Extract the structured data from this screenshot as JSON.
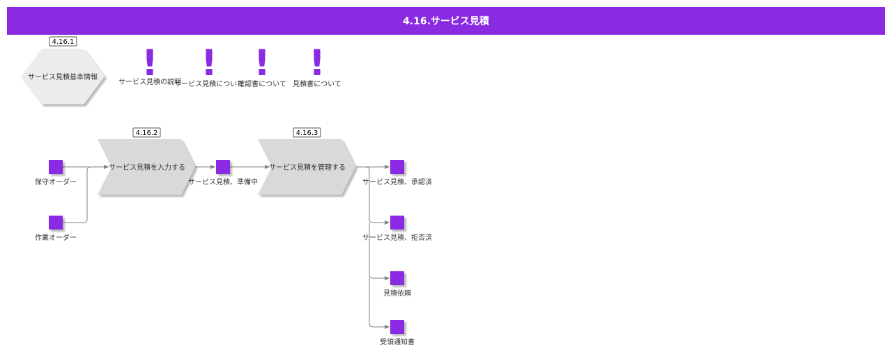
{
  "header": {
    "title": "4.16.サービス見積"
  },
  "colors": {
    "accent": "#8a2be2",
    "shape_gray": "#d9d9da",
    "hex_gray": "#ececec",
    "line": "#808080"
  },
  "diagram": {
    "overview": {
      "number": "4.16.1",
      "label": "サービス見積基本情報",
      "notes": [
        {
          "label": "サービス見積の説明"
        },
        {
          "label": "サービス見積について"
        },
        {
          "label": "確認書について"
        },
        {
          "label": "見積書について"
        }
      ]
    },
    "processes": [
      {
        "number": "4.16.2",
        "label": "サービス見積を入力する"
      },
      {
        "number": "4.16.3",
        "label": "サービス見積を管理する"
      }
    ],
    "events": {
      "maintenance_order": "保守オーダー",
      "work_order": "作業オーダー",
      "in_preparation": "サービス見積、準備中",
      "approved": "サービス見積、承認済",
      "rejected": "サービス見積、拒否済",
      "quote_request": "見積依頼",
      "receipt_notice": "受領通知書"
    }
  }
}
